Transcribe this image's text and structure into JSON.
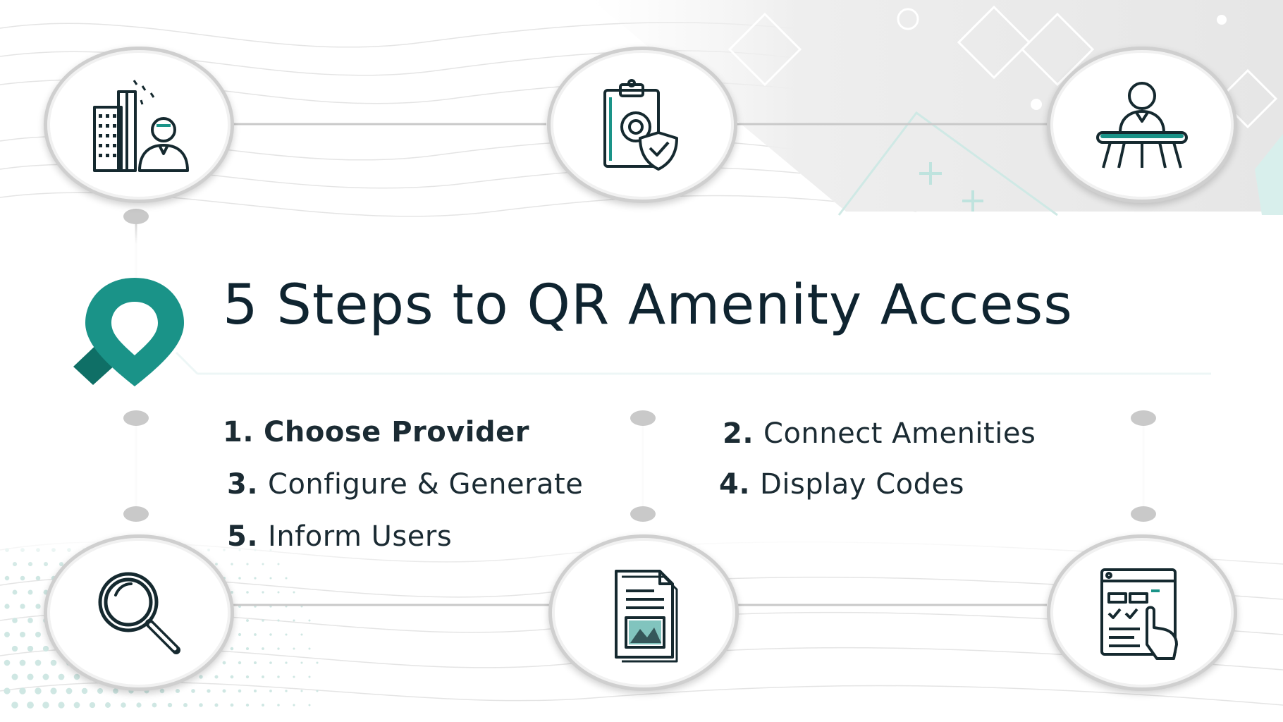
{
  "title": "5 Steps to QR Amenity Access",
  "steps": [
    {
      "number": "1.",
      "label": "Choose Provider"
    },
    {
      "number": "2.",
      "label": "Connect Amenities"
    },
    {
      "number": "3.",
      "label": "Configure & Generate"
    },
    {
      "number": "4.",
      "label": "Display Codes"
    },
    {
      "number": "5.",
      "label": "Inform Users"
    }
  ],
  "icons": {
    "top_left": "building-person-icon",
    "top_center": "clipboard-shield-icon",
    "top_right": "person-at-desk-icon",
    "bottom_left": "magnifier-icon",
    "bottom_center": "document-icon",
    "bottom_right": "checklist-hand-icon",
    "logo": "location-pin-icon"
  },
  "colors": {
    "accent": "#1a9388",
    "accent_dark": "#0f6f66",
    "text": "#0f2430",
    "connector": "#c9c9c9"
  }
}
